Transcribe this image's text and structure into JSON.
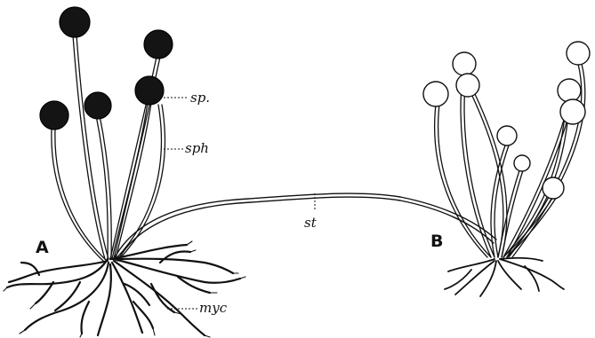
{
  "figure": {
    "part_labels": {
      "left": "A",
      "right": "B"
    },
    "annotations": {
      "sporangium": "sp.",
      "sporangiophore": "sph",
      "stolon": "st",
      "mycelium": "myc"
    },
    "colors": {
      "ink": "#111111",
      "background": "#ffffff",
      "spore_dark": "#141414"
    }
  }
}
